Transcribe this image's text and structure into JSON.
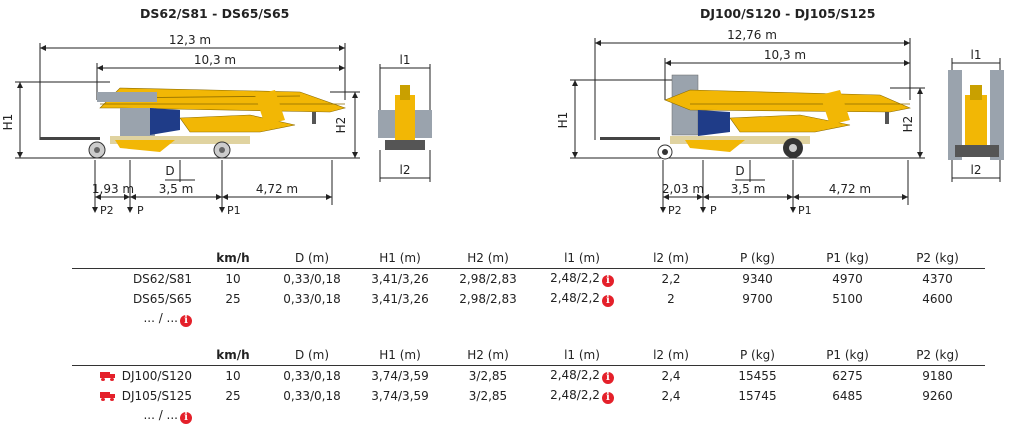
{
  "left": {
    "title": "DS62/S81 - DS65/S65",
    "dims": {
      "overall": "12,3 m",
      "jib": "10,3 m",
      "h1": "H1",
      "h2": "H2",
      "d": "D",
      "rear": "1,93 m",
      "axle": "3,5 m",
      "front": "4,72 m",
      "p2": "P2",
      "p": "P",
      "p1": "P1",
      "l1": "l1",
      "l2": "l2"
    }
  },
  "right": {
    "title": "DJ100/S120 - DJ105/S125",
    "dims": {
      "overall": "12,76 m",
      "jib": "10,3 m",
      "h1": "H1",
      "h2": "H2",
      "d": "D",
      "rear": "2,03 m",
      "axle": "3,5 m",
      "front": "4,72 m",
      "p2": "P2",
      "p": "P",
      "p1": "P1",
      "l1": "l1",
      "l2": "l2"
    }
  },
  "table1": {
    "headers": [
      "km/h",
      "D (m)",
      "H1 (m)",
      "H2 (m)",
      "l1 (m)",
      "l2 (m)",
      "P (kg)",
      "P1 (kg)",
      "P2 (kg)"
    ],
    "rows": [
      {
        "model": "DS62/S81",
        "kmh": "10",
        "d": "0,33/0,18",
        "h1": "3,41/3,26",
        "h2": "2,98/2,83",
        "l1": "2,48/2,2",
        "l2": "2,2",
        "p": "9340",
        "p1": "4970",
        "p2": "4370"
      },
      {
        "model": "DS65/S65",
        "kmh": "25",
        "d": "0,33/0,18",
        "h1": "3,41/3,26",
        "h2": "2,98/2,83",
        "l1": "2,48/2,2",
        "l2": "2",
        "p": "9700",
        "p1": "5100",
        "p2": "4600"
      }
    ],
    "more": "... / ..."
  },
  "table2": {
    "headers": [
      "km/h",
      "D (m)",
      "H1 (m)",
      "H2 (m)",
      "l1 (m)",
      "l2 (m)",
      "P (kg)",
      "P1 (kg)",
      "P2 (kg)"
    ],
    "rows": [
      {
        "model": "DJ100/S120",
        "kmh": "10",
        "d": "0,33/0,18",
        "h1": "3,74/3,59",
        "h2": "3/2,85",
        "l1": "2,48/2,2",
        "l2": "2,4",
        "p": "15455",
        "p1": "6275",
        "p2": "9180"
      },
      {
        "model": "DJ105/S125",
        "kmh": "25",
        "d": "0,33/0,18",
        "h1": "3,74/3,59",
        "h2": "3/2,85",
        "l1": "2,48/2,2",
        "l2": "2,4",
        "p": "15745",
        "p1": "6485",
        "p2": "9260"
      }
    ],
    "more": "... / ..."
  },
  "icons": {
    "info": "info-icon",
    "truck": "truck-icon"
  },
  "colors": {
    "accent_red": "#e4202a",
    "crane_yellow": "#f2b705",
    "crane_blue": "#1f3c88",
    "frame_grey": "#9aa3ad"
  }
}
